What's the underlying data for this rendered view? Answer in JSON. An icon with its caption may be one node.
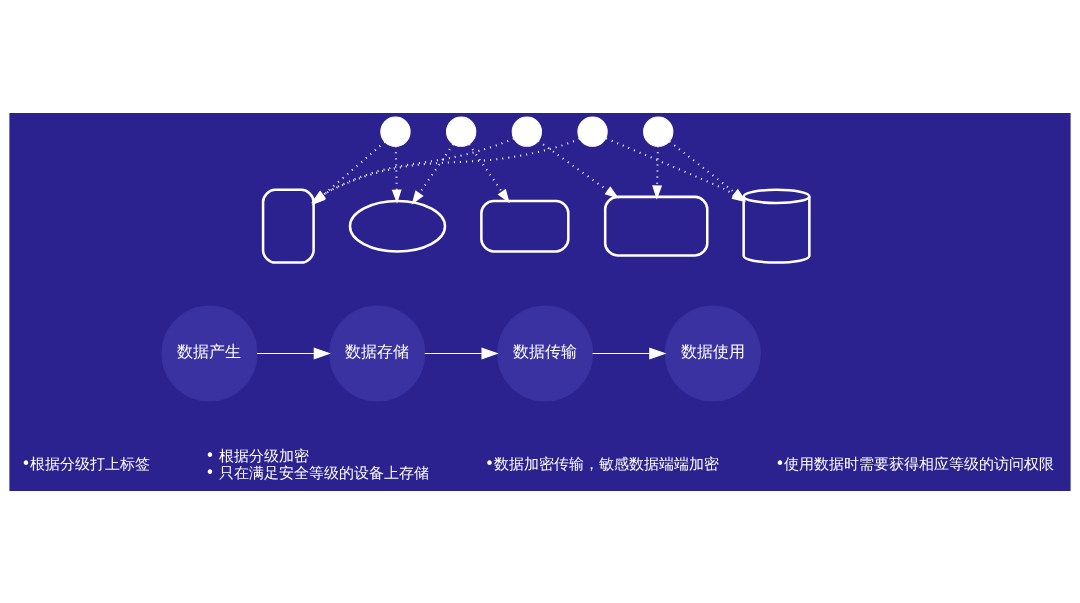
{
  "diagram": {
    "nodes": [
      {
        "text": [],
        "shape": "circle"
      },
      {
        "text": [],
        "shape": "circle"
      },
      {
        "text": [],
        "shape": "circle"
      },
      {
        "text": [],
        "shape": "circle"
      },
      {
        "text": [],
        "shape": "circle"
      },
      {
        "text": [],
        "shape": "box"
      },
      {
        "text": [],
        "shape": "ellipse"
      },
      {
        "text": [],
        "shape": "box"
      },
      {
        "text": [],
        "shape": "box"
      },
      {
        "text": [],
        "shape": "cylinder"
      },
      {
        "text": [
          "数据产生"
        ],
        "beside": [
          "•根据分级打上标签"
        ]
      },
      {
        "text": [
          "数据存储"
        ],
        "beside": [
          "• 根据分级加密",
          "• 只在满足安全等级的设备上存储"
        ]
      },
      {
        "text": [
          "数据传输"
        ],
        "beside": [
          "•数据加密传输，敏感数据端端加密"
        ]
      },
      {
        "text": [
          "数据使用"
        ],
        "beside": [
          "•使用数据时需要获得相应等级的访问权限"
        ]
      }
    ],
    "edges": [
      {
        "from": 0,
        "to": 5,
        "arrow": "to",
        "style": "dashed"
      },
      {
        "from": 0,
        "to": 6,
        "arrow": "to",
        "style": "dashed"
      },
      {
        "from": 1,
        "to": 6,
        "arrow": "to",
        "style": "dashed"
      },
      {
        "from": 1,
        "to": 7,
        "arrow": "to",
        "style": "dashed"
      },
      {
        "from": 2,
        "to": 5,
        "arrow": "to",
        "style": "dashed"
      },
      {
        "from": 2,
        "to": 8,
        "arrow": "to",
        "style": "dashed"
      },
      {
        "from": 3,
        "to": 5,
        "arrow": "to",
        "style": "dashed"
      },
      {
        "from": 3,
        "to": 9,
        "arrow": "to",
        "style": "dashed"
      },
      {
        "from": 4,
        "to": 8,
        "arrow": "to",
        "style": "dashed"
      },
      {
        "from": 4,
        "to": 9,
        "arrow": "to",
        "style": "dashed"
      },
      {
        "from": 10,
        "to": 11,
        "arrow": "to"
      },
      {
        "from": 11,
        "to": 12,
        "arrow": "to"
      },
      {
        "from": 12,
        "to": 13,
        "arrow": "to"
      }
    ]
  }
}
